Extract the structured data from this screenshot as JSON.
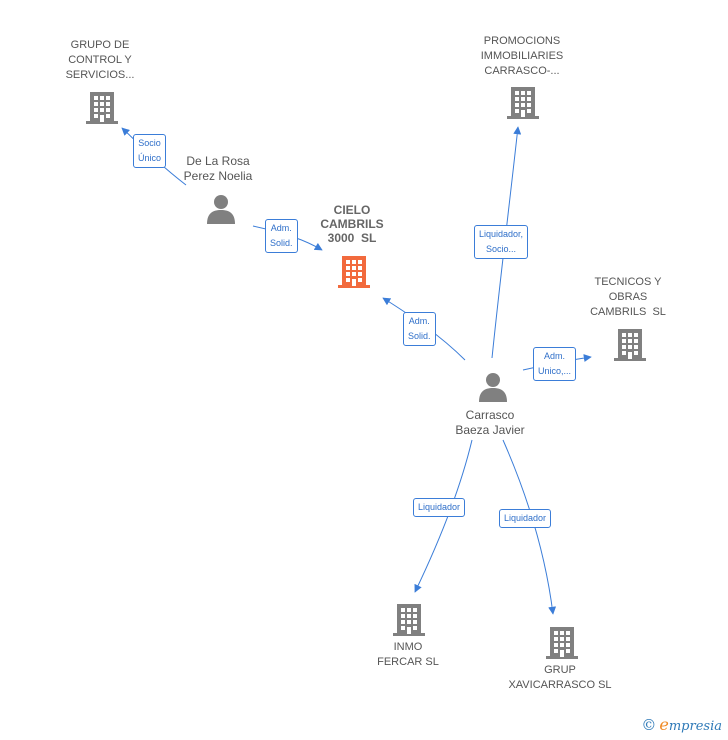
{
  "colors": {
    "edge": "#3b7dd8",
    "company": "#808080",
    "main_company": "#f26a3d",
    "person": "#808080"
  },
  "nodes": {
    "grupo": {
      "lines": [
        "GRUPO DE",
        "CONTROL Y",
        "SERVICIOS..."
      ],
      "icon": "building-icon"
    },
    "promocions": {
      "lines": [
        "PROMOCIONS",
        "IMMOBILIARIES",
        "CARRASCO-..."
      ],
      "icon": "building-icon"
    },
    "cielo": {
      "lines": [
        "CIELO",
        "CAMBRILS",
        "3000  SL"
      ],
      "icon": "building-icon"
    },
    "tecnicos": {
      "lines": [
        "TECNICOS Y",
        "OBRAS",
        "CAMBRILS  SL"
      ],
      "icon": "building-icon"
    },
    "inmo": {
      "lines": [
        "INMO",
        "FERCAR SL"
      ],
      "icon": "building-icon"
    },
    "grup": {
      "lines": [
        "GRUP",
        "XAVICARRASCO SL"
      ],
      "icon": "building-icon"
    },
    "delarosa": {
      "lines": [
        "De La Rosa",
        "Perez Noelia"
      ],
      "icon": "person-icon"
    },
    "carrasco": {
      "lines": [
        "Carrasco",
        "Baeza Javier"
      ],
      "icon": "person-icon"
    }
  },
  "edges": {
    "socio_unico": {
      "lines": [
        "Socio",
        "Único"
      ]
    },
    "adm_solid_1": {
      "lines": [
        "Adm.",
        "Solid."
      ]
    },
    "adm_solid_2": {
      "lines": [
        "Adm.",
        "Solid."
      ]
    },
    "liquidador_socio": {
      "lines": [
        "Liquidador,",
        "Socio..."
      ]
    },
    "adm_unico": {
      "lines": [
        "Adm.",
        "Unico,..."
      ]
    },
    "liquidador_1": {
      "lines": [
        "Liquidador"
      ]
    },
    "liquidador_2": {
      "lines": [
        "Liquidador"
      ]
    }
  },
  "brand": {
    "copyright": "©",
    "initial": "e",
    "rest": "mpresia"
  }
}
